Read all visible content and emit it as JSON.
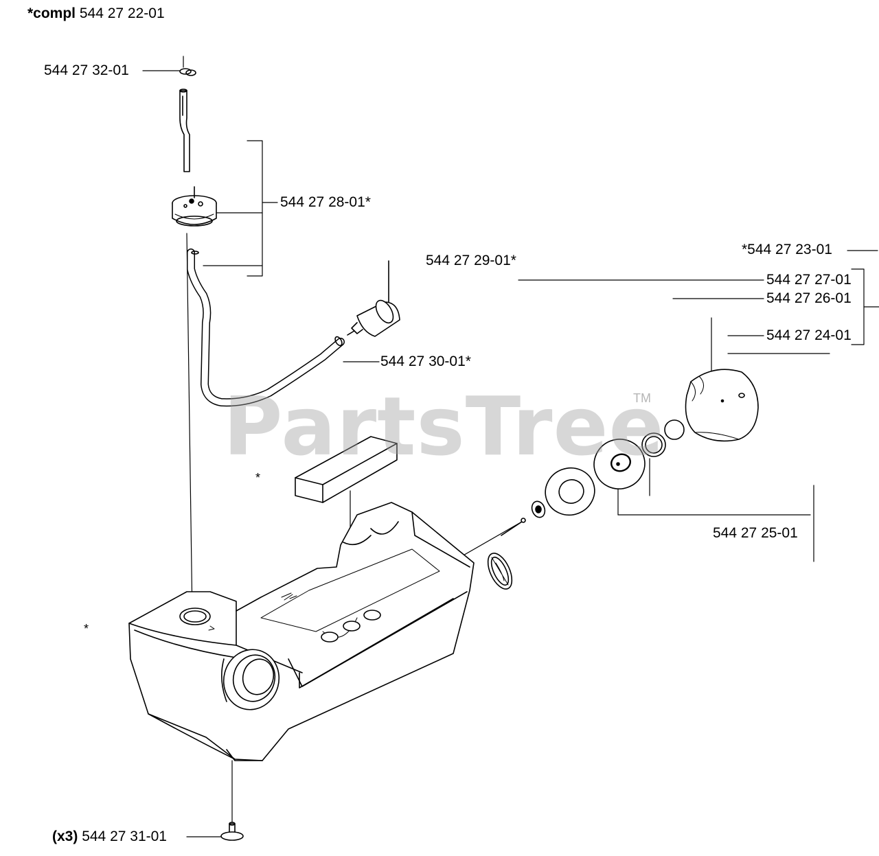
{
  "header": {
    "prefix": "*compl",
    "number": "544 27 22-01"
  },
  "labels": {
    "p_32": "544 27 32-01",
    "p_28": "544 27 28-01*",
    "p_23": "*544 27 23-01",
    "p_29": "544 27 29-01*",
    "p_27": "544 27 27-01",
    "p_26": "544 27 26-01",
    "p_24": "544 27 24-01",
    "p_30": "544 27 30-01*",
    "p_25": "544 27 25-01",
    "p_31_qty": "(x3)",
    "p_31": "544 27 31-01"
  },
  "stars": {
    "s1": "*",
    "s2": "*"
  },
  "watermark": {
    "text": "PartsTree",
    "tm": "TM",
    "color": "#a0a0a0"
  }
}
